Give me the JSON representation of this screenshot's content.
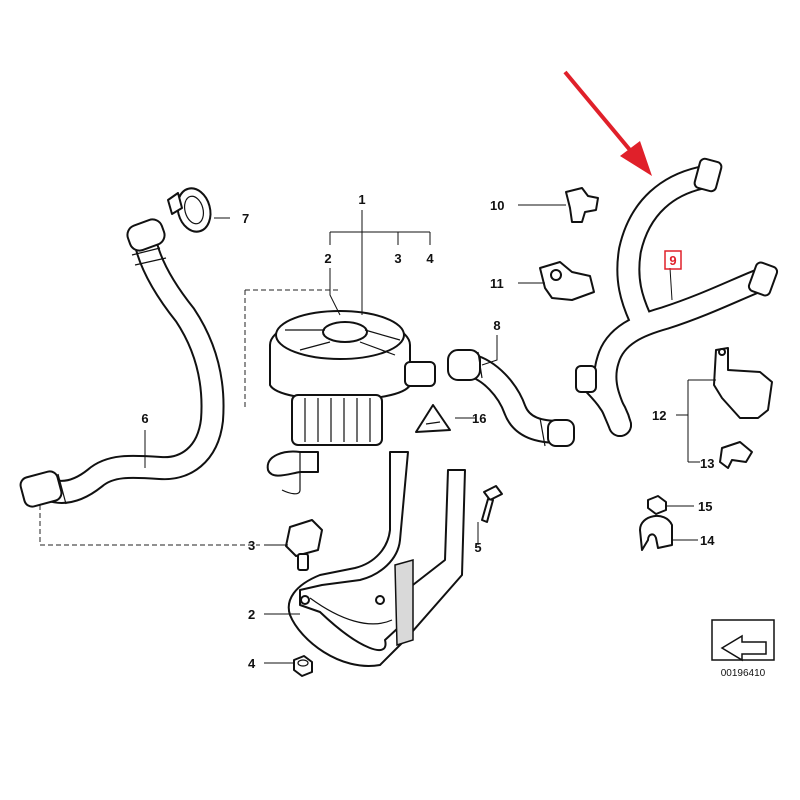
{
  "callouts": [
    "1",
    "2",
    "3",
    "4",
    "5",
    "6",
    "7",
    "8",
    "9",
    "10",
    "11",
    "12",
    "13",
    "14",
    "15",
    "16"
  ],
  "secondary_callouts": {
    "c2": "2",
    "c3": "3",
    "c4": "4"
  },
  "highlight": {
    "part": "9",
    "color": "#e0202a",
    "arrow_color": "#e0202a"
  },
  "drawing_number": "00196410"
}
